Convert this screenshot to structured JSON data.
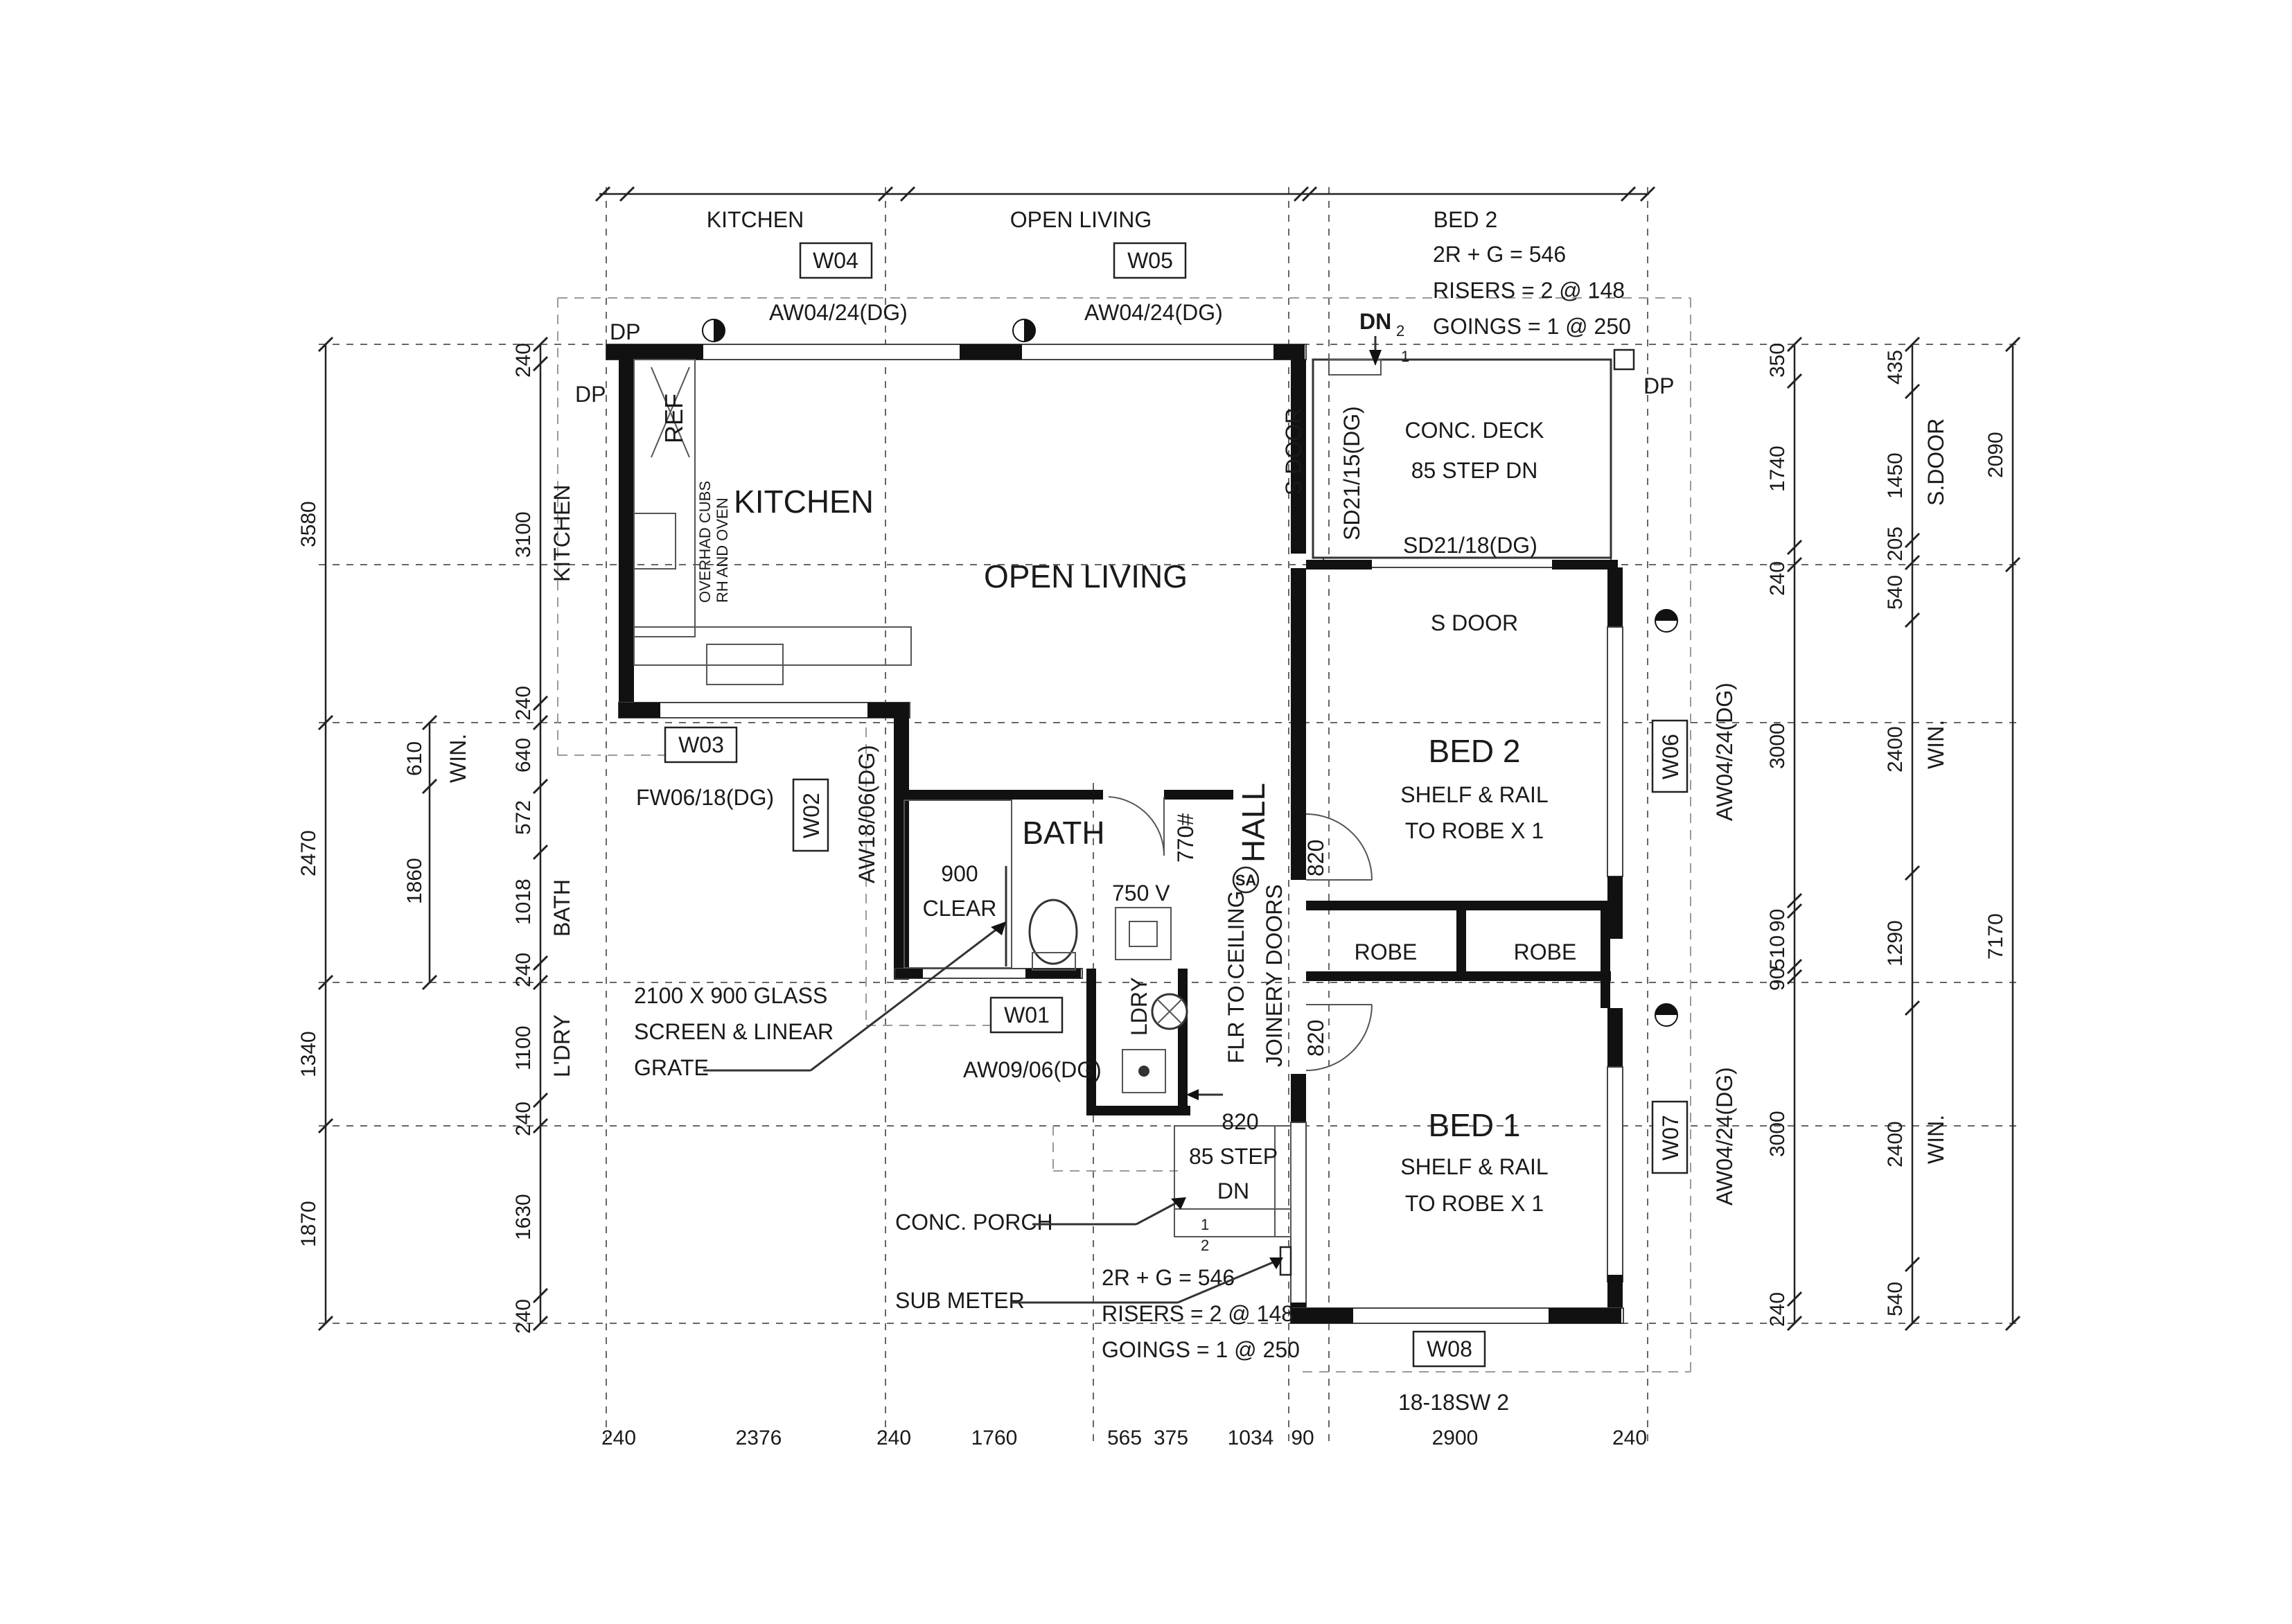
{
  "title": "",
  "columns_top": {
    "kitchen": "KITCHEN",
    "open_living": "OPEN LIVING",
    "bed2": "BED 2"
  },
  "stair_notes": {
    "line1": "2R + G = 546",
    "line2": "RISERS = 2 @ 148",
    "line3": "GOINGS = 1 @ 250"
  },
  "window_tags": {
    "w01": "W01",
    "w02": "W02",
    "w03": "W03",
    "w04": "W04",
    "w05": "W05",
    "w06": "W06",
    "w07": "W07",
    "w08": "W08"
  },
  "window_codes": {
    "aw0424": "AW04/24(DG)",
    "fw0618": "FW06/18(DG)",
    "aw1806": "AW18/06(DG)",
    "aw0906": "AW09/06(DG)",
    "sd2115": "SD21/15(DG)",
    "sd2118": "SD21/18(DG)",
    "sw": "18-18SW 2"
  },
  "rooms": {
    "kitchen": "KITCHEN",
    "open_living": "OPEN LIVING",
    "bath": "BATH",
    "hall": "HALL",
    "bed2": "BED 2",
    "bed1": "BED 1",
    "robe": "ROBE",
    "ldry": "LDRY",
    "deck_line1": "CONC. DECK",
    "deck_line2": "85 STEP DN",
    "shelf_line1": "SHELF & RAIL",
    "shelf_line2": "TO ROBE X 1"
  },
  "labels": {
    "dp": "DP",
    "ref": "REF",
    "overhead_line1": "OVERHAD CUBS",
    "overhead_line2": "RH AND OVEN",
    "s_door": "S DOOR",
    "dn": "DN",
    "dn_sub": "2",
    "step_1": "1",
    "step_2": "2",
    "clear_line1": "900",
    "clear_line2": "CLEAR",
    "vanity": "750 V",
    "door_770": "770#",
    "sa": "SA",
    "flr_ceiling": "FLR TO CEILING",
    "joinery": "JOINERY DOORS",
    "door_820": "820",
    "porch_step_line1": "85 STEP",
    "porch_step_line2": "DN",
    "glass_line1": "2100 X 900 GLASS",
    "glass_line2": "SCREEN & LINEAR",
    "glass_line3": "GRATE",
    "conc_porch": "CONC. PORCH",
    "sub_meter": "SUB METER",
    "win": "WIN.",
    "s_door_dim": "S.DOOR"
  },
  "dims_left_outer": [
    "3580",
    "2470",
    "1340",
    "1870"
  ],
  "dims_left_mid": [
    "610",
    "1860"
  ],
  "dims_left_inner": [
    "240",
    "3100",
    "240",
    "640",
    "572",
    "1018",
    "240",
    "1100",
    "240",
    "1630",
    "240"
  ],
  "dims_left_rooms": [
    "KITCHEN",
    "BATH",
    "L'DRY"
  ],
  "dims_right_a": [
    "350",
    "1740",
    "240",
    "3000",
    "90",
    "510",
    "90",
    "3000",
    "240"
  ],
  "dims_right_b": [
    "435",
    "1450",
    "205",
    "540",
    "2400",
    "1290",
    "2400",
    "540"
  ],
  "dims_right_c": [
    "2090",
    "7170"
  ],
  "dims_bottom": [
    "240",
    "2376",
    "240",
    "1760",
    "565",
    "375",
    "1034",
    "90",
    "2900",
    "240"
  ]
}
